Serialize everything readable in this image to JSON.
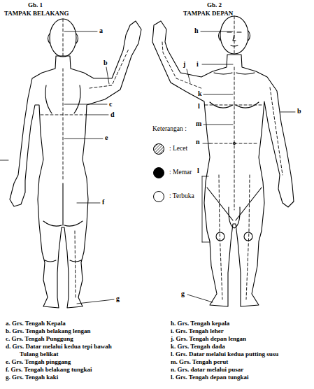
{
  "diagram": {
    "labels": [
      "Gb. 1",
      "TAMPAK BELAKANG",
      "Gb. 2",
      "TAMPAK DEPAN",
      "Keterangan :",
      "a",
      "b",
      "c",
      "d",
      "e",
      "f",
      "g",
      "h",
      "i",
      "j",
      "k",
      "l",
      "m",
      "n",
      "l",
      "b",
      "g",
      "a. Grs. Tengah Kepala",
      "b. Grs. Tengah belakang lengan",
      "c. Grs. Tengah Punggung",
      "d. Grs. Datar melalui kedua tepi bawah Tulang belikat",
      "e. Grs. Tengah pinggang",
      "f. Grs. Tengah belakang tungkai",
      "g. Grs. Tengah kaki",
      "h. Grs. Tengah kepala",
      "i. Grs. Tengah leher",
      "j. Grs. Tengah depan lengan",
      "k. Grs. Tengah dada",
      "l. Grs. Datar melalui kedua putting susu",
      "m. Grs. Tengah perut",
      "n. Grs. datar melalui pusar",
      "l. Grs. Tengah depan tungkai"
    ],
    "legend": [
      {
        "text": ": Lecet"
      },
      {
        "text": ": Memar",
        "color": "#000000"
      },
      {
        "text": ": Terbuka",
        "color": "#ffffff"
      }
    ]
  }
}
